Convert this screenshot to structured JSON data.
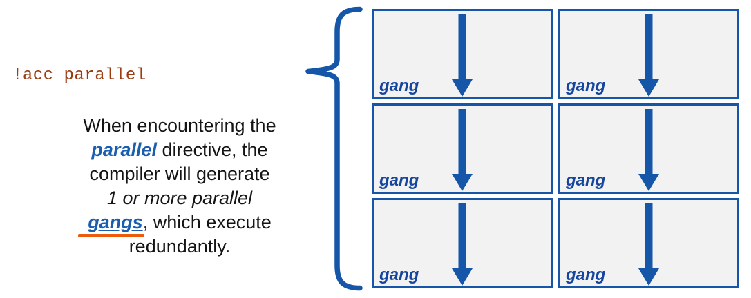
{
  "colors": {
    "code_text": "#9A3B10",
    "keyword_blue": "#1B5EB0",
    "shape_blue": "#1656A8",
    "box_fill": "#F2F2F2",
    "underline_orange": "#EE5A0C",
    "body_text": "#141414"
  },
  "code_label": "!acc parallel",
  "paragraph": {
    "line1": "When encountering the",
    "line2_keyword": "parallel",
    "line2_rest": " directive, the",
    "line3": "compiler will generate",
    "line4_italic": "1 or more parallel",
    "line5_keyword": "gangs",
    "line5_rest": ", which execute",
    "line6": "redundantly."
  },
  "grid": {
    "rows": 3,
    "columns": 2,
    "cells": [
      {
        "label": "gang"
      },
      {
        "label": "gang"
      },
      {
        "label": "gang"
      },
      {
        "label": "gang"
      },
      {
        "label": "gang"
      },
      {
        "label": "gang"
      }
    ]
  }
}
